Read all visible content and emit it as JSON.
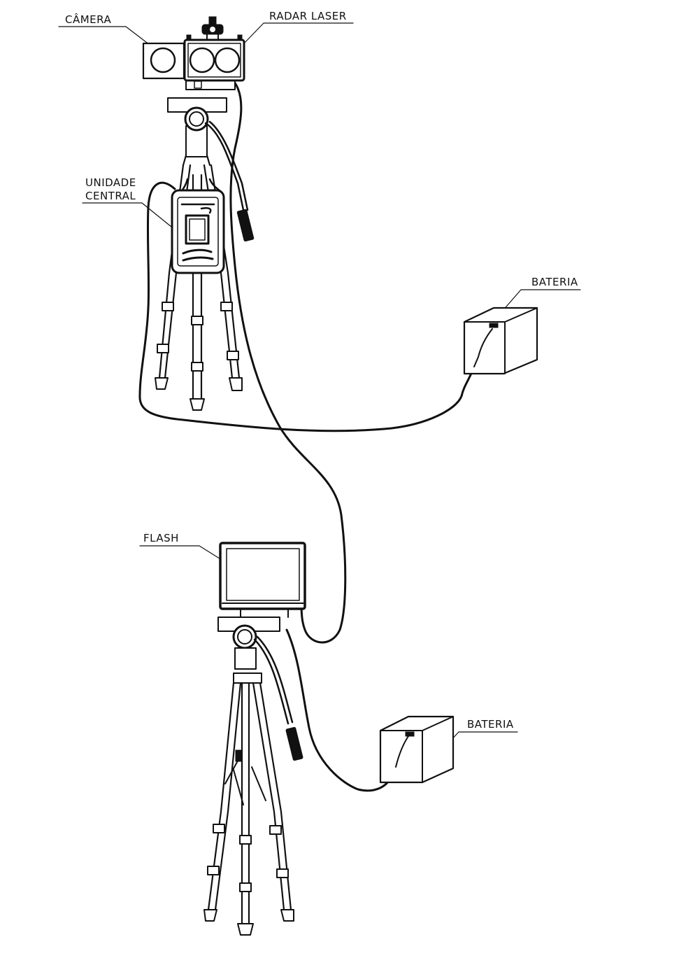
{
  "labels": {
    "camera": "CÂMERA",
    "radar_laser": "RADAR LASER",
    "central_unit_line1": "UNIDADE",
    "central_unit_line2": "CENTRAL",
    "battery_top": "BATERIA",
    "flash": "FLASH",
    "battery_bottom": "BATERIA"
  }
}
